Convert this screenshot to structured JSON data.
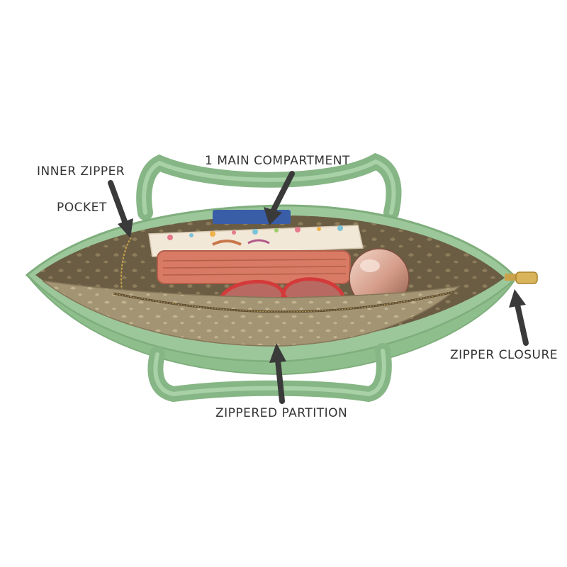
{
  "annotations": {
    "main_compartment": "1 MAIN COMPARTMENT",
    "inner_zipper_pocket_line1": "INNER ZIPPER",
    "inner_zipper_pocket_line2": "POCKET",
    "zipper_closure": "ZIPPER CLOSURE",
    "zippered_partition": "ZIPPERED PARTITION"
  },
  "colors": {
    "bag_green": "#9cc79a",
    "bag_green_dark": "#7fae7d",
    "lining_olive": "#6f6247",
    "lining_light": "#a59673",
    "wallet_coral": "#d87a64",
    "sunglasses_red": "#d43a3a",
    "bottle_rose_gold": "#d9a794",
    "arrow_dark": "#3a3a3a",
    "zipper_gold": "#c9a24a"
  }
}
